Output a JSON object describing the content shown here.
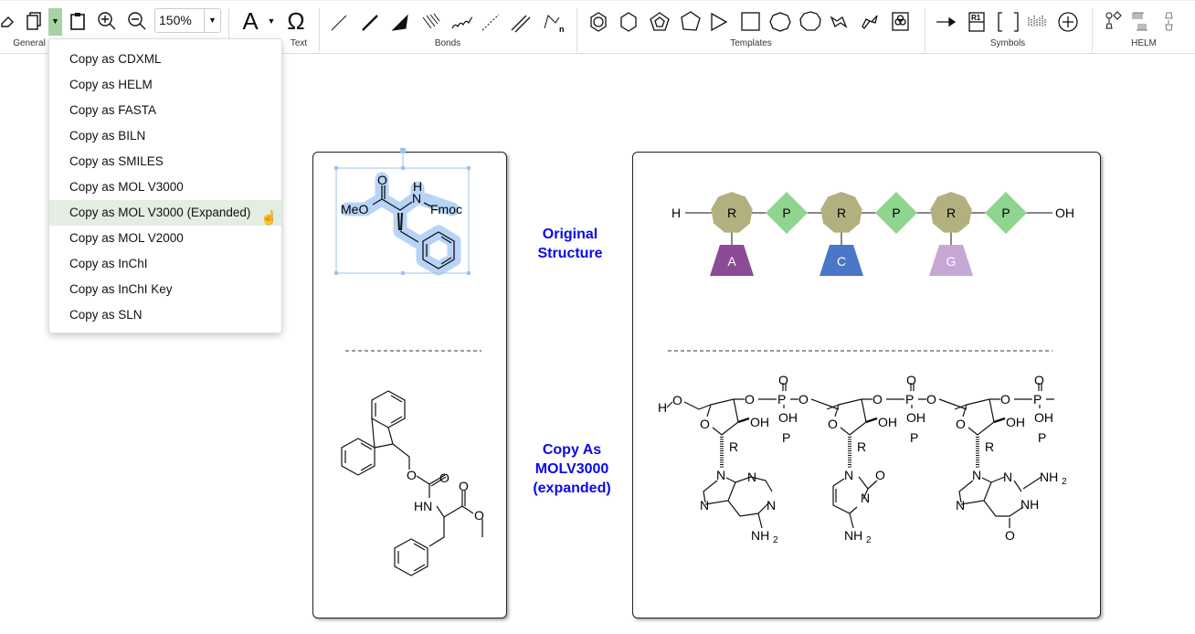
{
  "toolbar": {
    "zoom_value": "150%",
    "groups": {
      "general": "General",
      "text": "Text",
      "bonds": "Bonds",
      "templates": "Templates",
      "symbols": "Symbols",
      "helm": "HELM"
    },
    "text_tool_glyph": "A",
    "symbol_tool_glyph": "Ω",
    "rgroup_glyph": "R1"
  },
  "copy_menu": {
    "items": [
      "Copy as CDXML",
      "Copy as HELM",
      "Copy as FASTA",
      "Copy as BILN",
      "Copy as SMILES",
      "Copy as MOL V3000",
      "Copy as MOL V3000 (Expanded)",
      "Copy as MOL V2000",
      "Copy as InChI",
      "Copy as InChI Key",
      "Copy as SLN"
    ],
    "highlighted_index": 6
  },
  "labels": {
    "original": [
      "Original",
      "Structure"
    ],
    "expanded": [
      "Copy As",
      "MOLV3000",
      "(expanded)"
    ]
  },
  "top_molecule": {
    "meo": "MeO",
    "o": "O",
    "h": "H",
    "n": "N",
    "fmoc": "Fmoc"
  },
  "bottom_molecule": {
    "o1": "O",
    "o2": "O",
    "hn": "HN",
    "o3": "O",
    "o4": "O"
  },
  "helm": {
    "h": "H",
    "oh": "OH",
    "sugars": [
      "R",
      "R",
      "R"
    ],
    "phosphates": [
      "P",
      "P",
      "P"
    ],
    "bases": [
      "A",
      "C",
      "G"
    ],
    "colors": {
      "sugar": "#b3b07f",
      "phosphate": "#8fd48f",
      "A": "#8b4b96",
      "C": "#4a77c7",
      "G": "#c6a7d6"
    }
  },
  "nucleotides": {
    "h": "H",
    "o": "O",
    "oh": "OH",
    "p": "P",
    "r": "R",
    "n": "N",
    "nh": "NH",
    "nh2": "NH",
    "sub2": "2"
  }
}
